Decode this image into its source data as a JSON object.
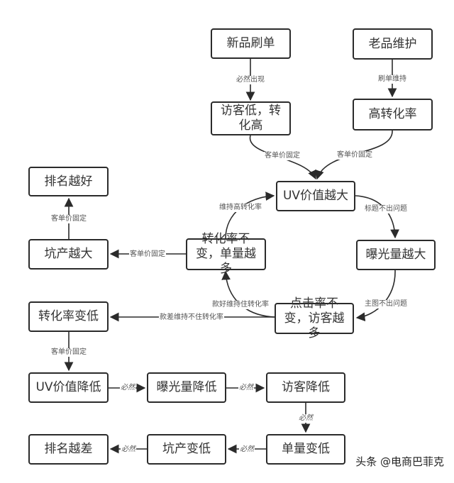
{
  "nodes": {
    "new_product_brushing": "新品刷单",
    "old_product_maintenance": "老品维护",
    "low_visitors_high_conversion": "访客低，转化高",
    "high_conversion_rate": "高转化率",
    "uv_value_larger": "UV价值越大",
    "ranking_better": "排名越好",
    "pit_output_larger": "坑产越大",
    "conversion_same_orders_more": "转化率不变，单量越多",
    "exposure_larger": "曝光量越大",
    "conversion_lower": "转化率变低",
    "ctr_same_visitors_more": "点击率不变，访客越多",
    "uv_value_lower": "UV价值降低",
    "exposure_lower": "曝光量降低",
    "visitors_lower": "访客降低",
    "ranking_worse": "排名越差",
    "pit_output_lower": "坑产变低",
    "orders_lower": "单量变低"
  },
  "edges": {
    "inevitably_appears": "必然出现",
    "brush_maintain": "刷单维持",
    "fixed_price_left": "客单价固定",
    "fixed_price_right": "客单价固定",
    "title_no_problem": "标题不出问题",
    "main_image_no_problem": "主图不出问题",
    "good_maintains_conversion": "款好维持住转化率",
    "maintain_high_conversion": "维持高转化率",
    "fixed_price_pit": "客单价固定",
    "fixed_price_rank": "客单价固定",
    "bad_cannot_maintain": "款差维持不住转化率",
    "fixed_price_uv_lower": "客单价固定",
    "inevitably_1": "必然",
    "inevitably_2": "必然",
    "inevitably_3": "必然",
    "inevitably_4": "必然",
    "inevitably_5": "必然"
  },
  "watermark": "头条 @电商巴菲克",
  "colors": {
    "stroke": "#2b2b2b",
    "text": "#333333",
    "label": "#555555",
    "background": "#ffffff"
  }
}
